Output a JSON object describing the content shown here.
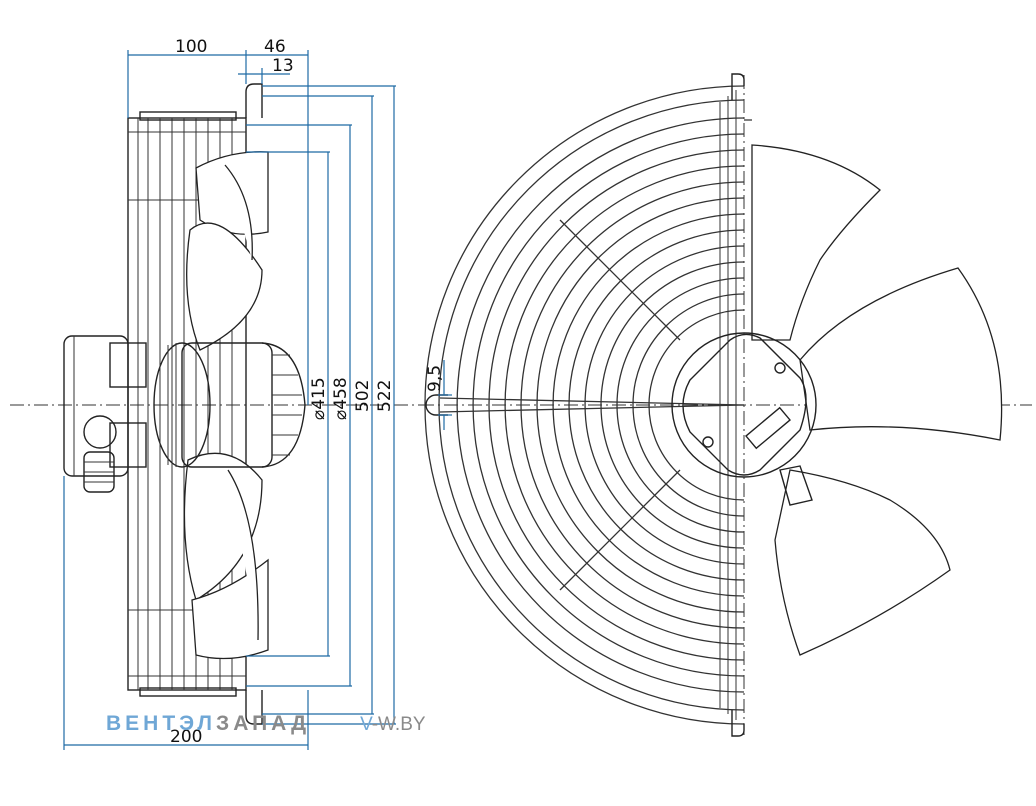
{
  "dimensions": {
    "top_overall": "100",
    "top_offset": "46",
    "top_small": "13",
    "width_total": "200",
    "dia_415": "⌀415",
    "dia_458": "⌀458",
    "len_502": "502",
    "len_522": "522",
    "slot": "9,5"
  },
  "watermark": {
    "part_a": "ВЕНТ",
    "part_b": "ЭЛ",
    "part_c": "ЗАПАД",
    "part_d": "V",
    "part_e": "-W.BY"
  },
  "colors": {
    "dimension_line": "#1f6aa5",
    "drawing_line": "#222222",
    "watermark_blue": "#6fa7d6",
    "watermark_gray": "#8a8a8a"
  }
}
